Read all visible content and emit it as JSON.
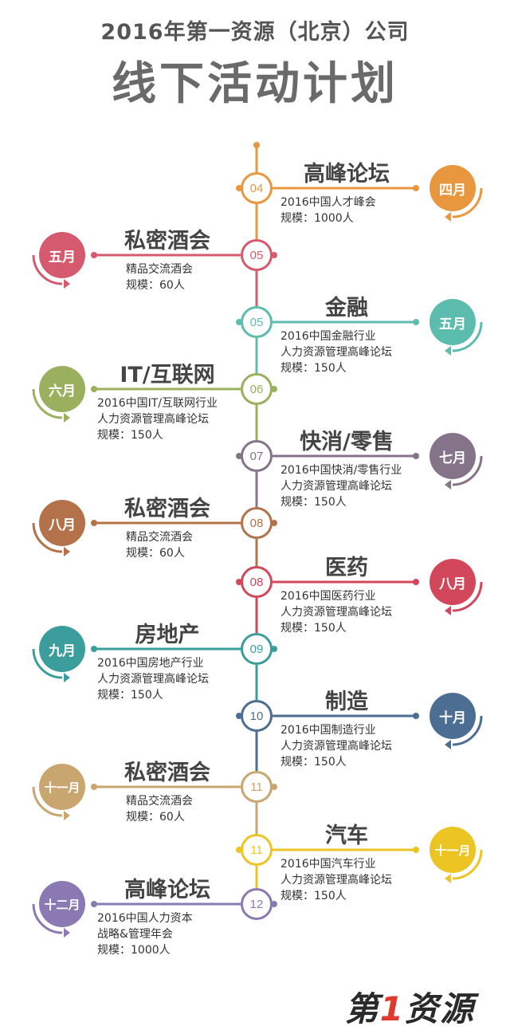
{
  "header": {
    "subtitle": "2016年第一资源（北京）公司",
    "title": "线下活动计划"
  },
  "events": [
    {
      "num": "04",
      "month": "四月",
      "heading": "高峰论坛",
      "line1": "2016中国人才峰会",
      "line2": "",
      "scale": "规模：1000人",
      "color": "#e9973f"
    },
    {
      "num": "05",
      "month": "五月",
      "heading": "私密酒会",
      "line1": "精品交流酒会",
      "line2": "",
      "scale": "规模：60人",
      "color": "#d65a6e"
    },
    {
      "num": "05",
      "month": "五月",
      "heading": "金融",
      "line1": "2016中国金融行业",
      "line2": "人力资源管理高峰论坛",
      "scale": "规模：150人",
      "color": "#5cbcae"
    },
    {
      "num": "06",
      "month": "六月",
      "heading": "IT/互联网",
      "line1": "2016中国IT/互联网行业",
      "line2": "人力资源管理高峰论坛",
      "scale": "规模：150人",
      "color": "#9ab05e"
    },
    {
      "num": "07",
      "month": "七月",
      "heading": "快消/零售",
      "line1": "2016中国快消/零售行业",
      "line2": "人力资源管理高峰论坛",
      "scale": "规模：150人",
      "color": "#857389"
    },
    {
      "num": "08",
      "month": "八月",
      "heading": "私密酒会",
      "line1": "精品交流酒会",
      "line2": "",
      "scale": "规模：60人",
      "color": "#b37249"
    },
    {
      "num": "08",
      "month": "八月",
      "heading": "医药",
      "line1": "2016中国医药行业",
      "line2": "人力资源管理高峰论坛",
      "scale": "规模：150人",
      "color": "#d3475b"
    },
    {
      "num": "09",
      "month": "九月",
      "heading": "房地产",
      "line1": "2016中国房地产行业",
      "line2": "人力资源管理高峰论坛",
      "scale": "规模：150人",
      "color": "#3c9e9c"
    },
    {
      "num": "10",
      "month": "十月",
      "heading": "制造",
      "line1": "2016中国制造行业",
      "line2": "人力资源管理高峰论坛",
      "scale": "规模：150人",
      "color": "#4c6e93"
    },
    {
      "num": "11",
      "month": "十一月",
      "heading": "私密酒会",
      "line1": "精品交流酒会",
      "line2": "",
      "scale": "规模：60人",
      "color": "#c9a66f"
    },
    {
      "num": "11",
      "month": "十一月",
      "heading": "汽车",
      "line1": "2016中国汽车行业",
      "line2": "人力资源管理高峰论坛",
      "scale": "规模：150人",
      "color": "#ecc424"
    },
    {
      "num": "12",
      "month": "十二月",
      "heading": "高峰论坛",
      "line1": "2016中国人力资本",
      "line2": "战略&管理年会",
      "scale": "规模：1000人",
      "color": "#8a79b2"
    }
  ],
  "logo": {
    "left": "第",
    "mark": "1",
    "right": "资源"
  }
}
